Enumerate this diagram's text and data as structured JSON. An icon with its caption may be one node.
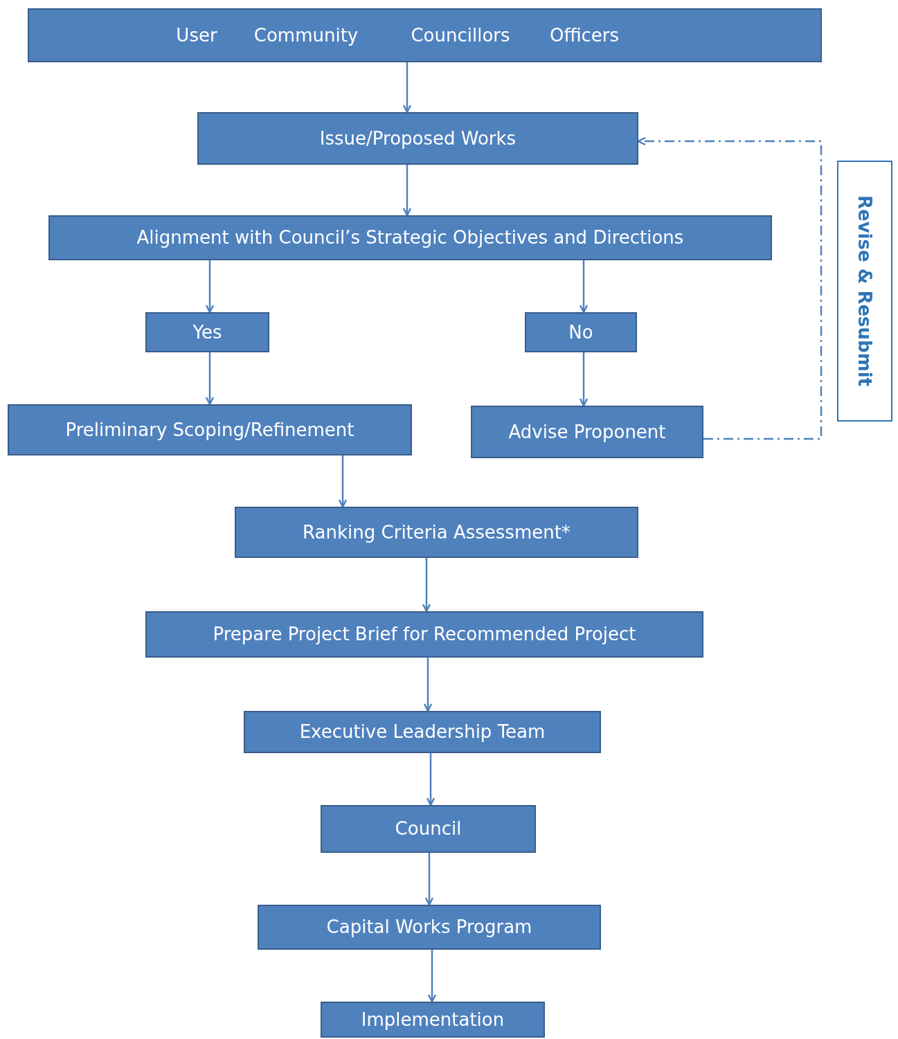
{
  "diagram": {
    "nodes": [
      {
        "text": [
          "User",
          "Community",
          "Councillors",
          "Officers"
        ]
      },
      {
        "text": [
          "Issue/Proposed Works"
        ]
      },
      {
        "text": [
          "Alignment with Council’s Strategic Objectives and Directions"
        ]
      },
      {
        "text": [
          "Yes"
        ]
      },
      {
        "text": [
          "No"
        ]
      },
      {
        "text": [
          "Preliminary Scoping/Refinement"
        ]
      },
      {
        "text": [
          "Advise Proponent"
        ]
      },
      {
        "text": [
          "Ranking Criteria Assessment*"
        ]
      },
      {
        "text": [
          "Prepare Project Brief for Recommended Project"
        ]
      },
      {
        "text": [
          "Executive Leadership Team"
        ]
      },
      {
        "text": [
          "Council"
        ]
      },
      {
        "text": [
          "Capital Works Program"
        ]
      },
      {
        "text": [
          "Implementation"
        ]
      },
      {
        "text": [
          "Revise & Resubmit"
        ]
      }
    ],
    "edges": [
      {
        "from": 0,
        "to": 1,
        "arrow": "to"
      },
      {
        "from": 1,
        "to": 2,
        "arrow": "to"
      },
      {
        "from": 2,
        "to": 3,
        "arrow": "to"
      },
      {
        "from": 2,
        "to": 4,
        "arrow": "to"
      },
      {
        "from": 3,
        "to": 5,
        "arrow": "to"
      },
      {
        "from": 4,
        "to": 6,
        "arrow": "to"
      },
      {
        "from": 5,
        "to": 7,
        "arrow": "to"
      },
      {
        "from": 7,
        "to": 8,
        "arrow": "to"
      },
      {
        "from": 8,
        "to": 9,
        "arrow": "to"
      },
      {
        "from": 9,
        "to": 10,
        "arrow": "to"
      },
      {
        "from": 10,
        "to": 11,
        "arrow": "to"
      },
      {
        "from": 11,
        "to": 12,
        "arrow": "to"
      },
      {
        "from": 6,
        "to": 1,
        "arrow": "to",
        "style": "dashed"
      }
    ]
  }
}
